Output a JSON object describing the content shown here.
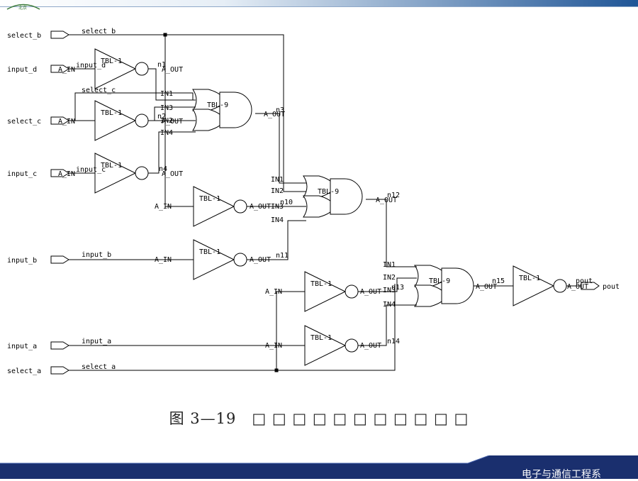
{
  "header": {
    "logo_text": "北京"
  },
  "caption": "图 3—19　□ □ □ □ □ □ □ □ □ □ □",
  "footer": {
    "department": "电子与通信工程系"
  },
  "ports": {
    "select_b": "select_b",
    "input_d": "input_d",
    "select_c": "select_c",
    "input_c": "input_c",
    "input_b": "input_b",
    "input_a": "input_a",
    "select_a": "select_a",
    "pout": "pout"
  },
  "nets": {
    "select_b": "select_b",
    "input_d": "input_d",
    "select_c": "select_c",
    "input_c": "input_c",
    "input_b": "input_b",
    "input_a": "input_a",
    "select_a": "select_a",
    "pout": "pout",
    "n1": "n1",
    "n2": "n2",
    "n3": "n3",
    "n4": "n4",
    "n10": "n10",
    "n11": "n11",
    "n12": "n12",
    "n13": "n13",
    "n14": "n14",
    "n15": "n15"
  },
  "gates": {
    "inv_label": "TBL-1",
    "and_label": "TBL-9",
    "and2_label": "TBL-9",
    "and3_label": "TBL-9",
    "pin_in": "A_IN",
    "pin_out": "A_OUT",
    "pin_in1": "IN1",
    "pin_in2": "IN2",
    "pin_in3": "IN3",
    "pin_in4": "IN4"
  }
}
